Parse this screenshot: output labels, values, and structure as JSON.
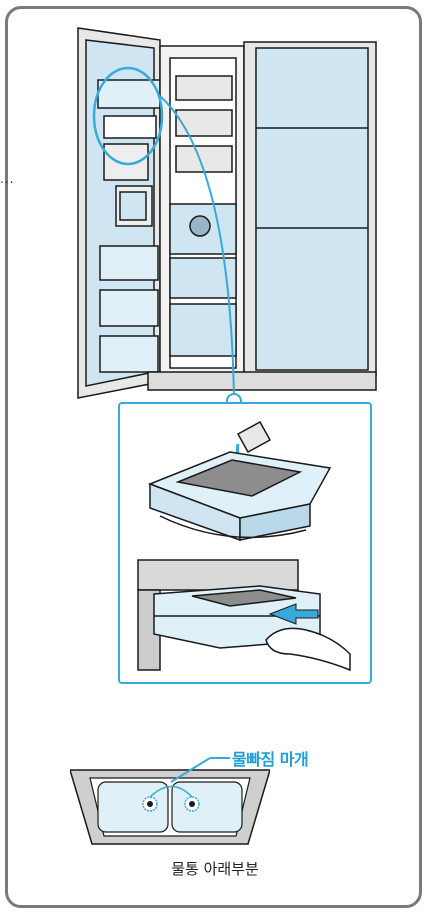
{
  "labels": {
    "drain_plug": "물빠짐 마개",
    "tank_bottom": "물통 아래부분",
    "ellipsis": "..."
  },
  "colors": {
    "accent": "#1f9fd7",
    "frame_border": "#7a7a7a",
    "panel_border": "#39a9d9",
    "fridge_blue": "#cfe6f2",
    "line": "#1a1a1a"
  },
  "icons": [
    "refrigerator-illustration",
    "water-tank-icon",
    "pitcher-icon",
    "hand-icon",
    "drain-plug-icon",
    "arrow-icon"
  ]
}
